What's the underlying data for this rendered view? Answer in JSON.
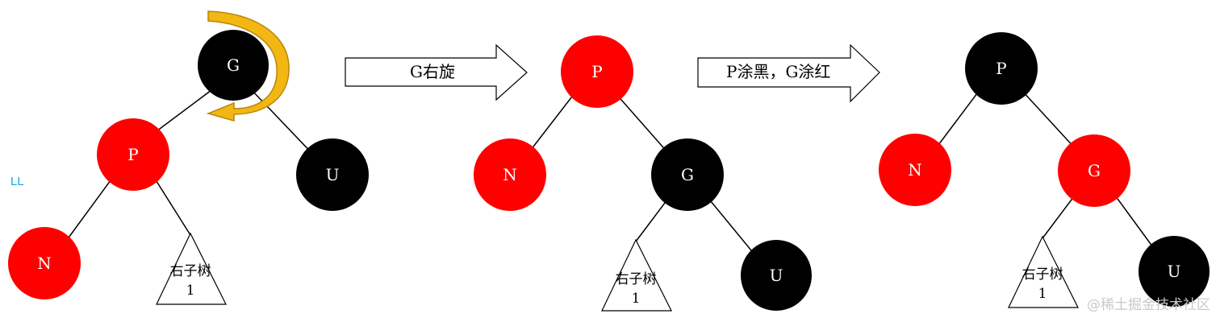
{
  "colors": {
    "red": "#ff0000",
    "black": "#000000",
    "edge": "#000000",
    "side_label": "#1aa3e6",
    "rotation_arrow": "#f3b714",
    "rotation_arrow_edge": "#b8860b",
    "watermark": "#c9c9c9"
  },
  "side_label": "LL",
  "arrows": [
    {
      "label": "G右旋"
    },
    {
      "label": "P涂黑，G涂红"
    }
  ],
  "diagrams": [
    {
      "nodes": [
        {
          "id": "G",
          "label": "G",
          "color": "black"
        },
        {
          "id": "P",
          "label": "P",
          "color": "red"
        },
        {
          "id": "U",
          "label": "U",
          "color": "black"
        },
        {
          "id": "N",
          "label": "N",
          "color": "red"
        }
      ],
      "subtree": {
        "label": "右子树",
        "number": "1"
      }
    },
    {
      "nodes": [
        {
          "id": "P",
          "label": "P",
          "color": "red"
        },
        {
          "id": "N",
          "label": "N",
          "color": "red"
        },
        {
          "id": "G",
          "label": "G",
          "color": "black"
        },
        {
          "id": "U",
          "label": "U",
          "color": "black"
        }
      ],
      "subtree": {
        "label": "右子树",
        "number": "1"
      }
    },
    {
      "nodes": [
        {
          "id": "P",
          "label": "P",
          "color": "black"
        },
        {
          "id": "N",
          "label": "N",
          "color": "red"
        },
        {
          "id": "G",
          "label": "G",
          "color": "red"
        },
        {
          "id": "U",
          "label": "U",
          "color": "black"
        }
      ],
      "subtree": {
        "label": "右子树",
        "number": "1"
      }
    }
  ],
  "watermark": "@稀土掘金技术社区"
}
